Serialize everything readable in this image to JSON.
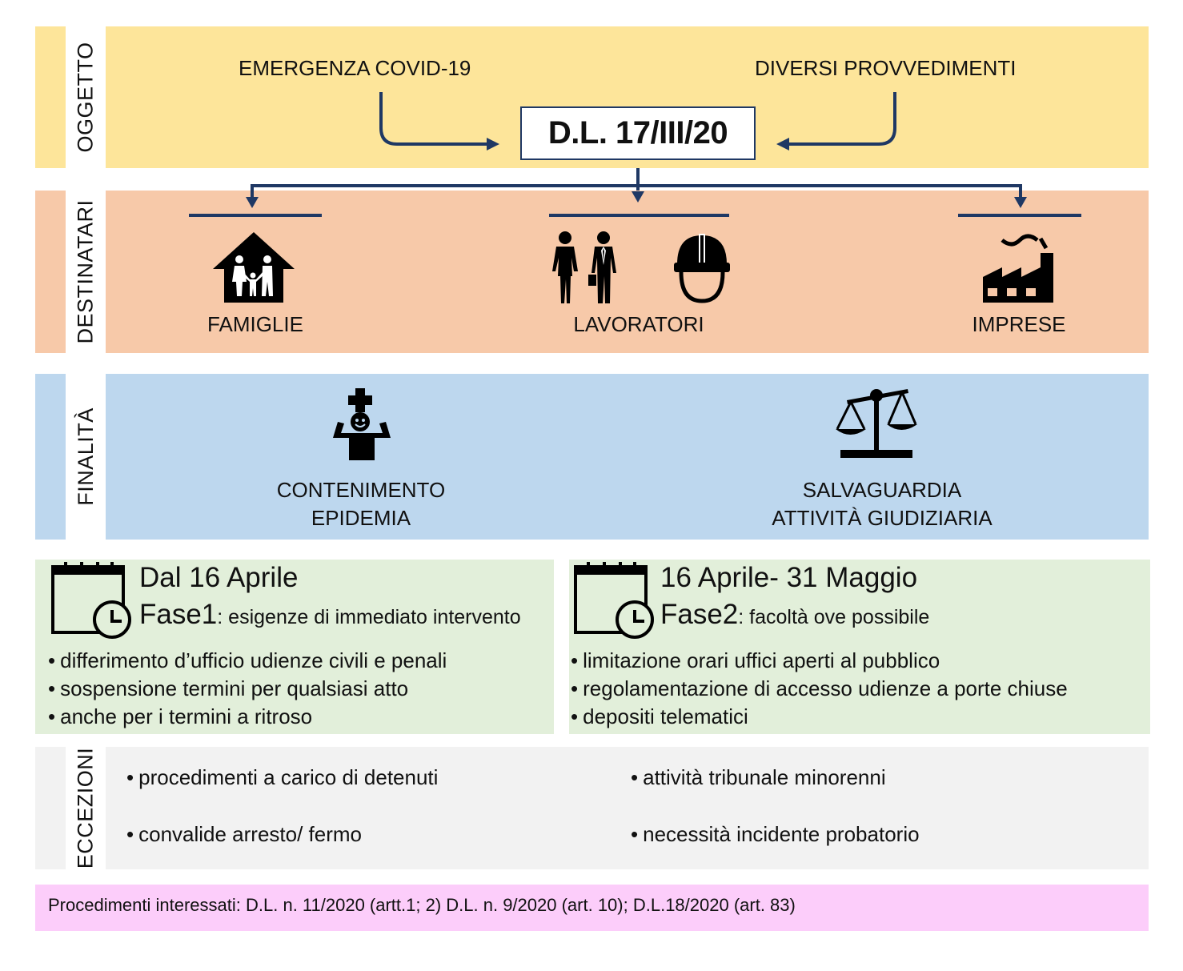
{
  "rows": {
    "oggetto": "OGGETTO",
    "destinatari": "DESTINATARI",
    "finalita": "FINALITÀ",
    "eccezioni": "ECCEZIONI"
  },
  "oggetto": {
    "left_label": "EMERGENZA COVID-19",
    "right_label": "DIVERSI PROVVEDIMENTI",
    "center_box": "D.L. 17/III/20"
  },
  "destinatari": {
    "famiglie": "FAMIGLIE",
    "lavoratori": "LAVORATORI",
    "imprese": "IMPRESE"
  },
  "finalita": {
    "left_line1": "CONTENIMENTO",
    "left_line2": "EPIDEMIA",
    "right_line1": "SALVAGUARDIA",
    "right_line2": "ATTIVITÀ GIUDIZIARIA"
  },
  "fase1": {
    "title": "Dal 16 Aprile",
    "name": "Fase1",
    "desc": ": esigenze di immediato intervento",
    "bullets": [
      "differimento d’ufficio udienze civili e penali",
      "sospensione termini per qualsiasi atto",
      "anche per i termini a ritroso"
    ]
  },
  "fase2": {
    "title": "16 Aprile- 31 Maggio",
    "name": "Fase2",
    "desc": ": facoltà ove possibile",
    "bullets": [
      "limitazione orari uffici aperti al pubblico",
      "regolamentazione di accesso udienze a porte chiuse",
      "depositi telematici"
    ]
  },
  "eccezioni": {
    "items": [
      "procedimenti a carico di detenuti",
      "attività tribunale minorenni",
      "convalide arresto/ fermo",
      "necessità incidente probatorio"
    ]
  },
  "footer": "Procedimenti interessati: D.L. n. 11/2020 (artt.1; 2) D.L. n. 9/2020 (art. 10); D.L.18/2020 (art. 83)",
  "colors": {
    "oggetto": "#fde59a",
    "destinatari": "#f7c9a9",
    "finalita": "#bdd7ee",
    "fasi": "#e2efda",
    "eccezioni": "#f2f2f2",
    "footer": "#fccdfa",
    "arrows": "#1f3864"
  },
  "icons": [
    "house-family-icon",
    "business-people-icon",
    "hard-hat-icon",
    "factory-icon",
    "doctor-cross-icon",
    "scales-icon",
    "calendar-clock-icon"
  ]
}
